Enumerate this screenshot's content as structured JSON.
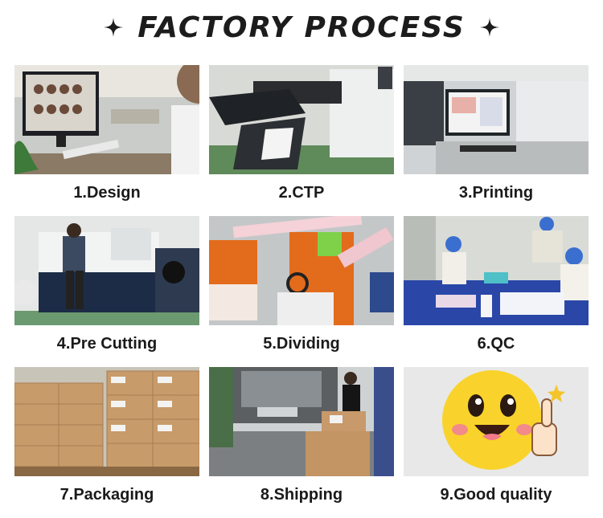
{
  "header": {
    "title": "FACTORY PROCESS",
    "left_icon": "sparkle-icon",
    "right_icon": "sparkle-icon"
  },
  "steps": [
    {
      "label": "1.Design",
      "photo": "designer-at-computer-photo"
    },
    {
      "label": "2.CTP",
      "photo": "ctp-machine-photo"
    },
    {
      "label": "3.Printing",
      "photo": "printing-machine-photo"
    },
    {
      "label": "4.Pre Cutting",
      "photo": "pre-cutting-machine-photo"
    },
    {
      "label": "5.Dividing",
      "photo": "dividing-machine-photo"
    },
    {
      "label": "6.QC",
      "photo": "quality-check-workers-photo"
    },
    {
      "label": "7.Packaging",
      "photo": "packed-cartons-photo"
    },
    {
      "label": "8.Shipping",
      "photo": "shipping-truck-photo"
    },
    {
      "label": "9.Good quality",
      "photo": "thumbs-up-emoji-image"
    }
  ]
}
